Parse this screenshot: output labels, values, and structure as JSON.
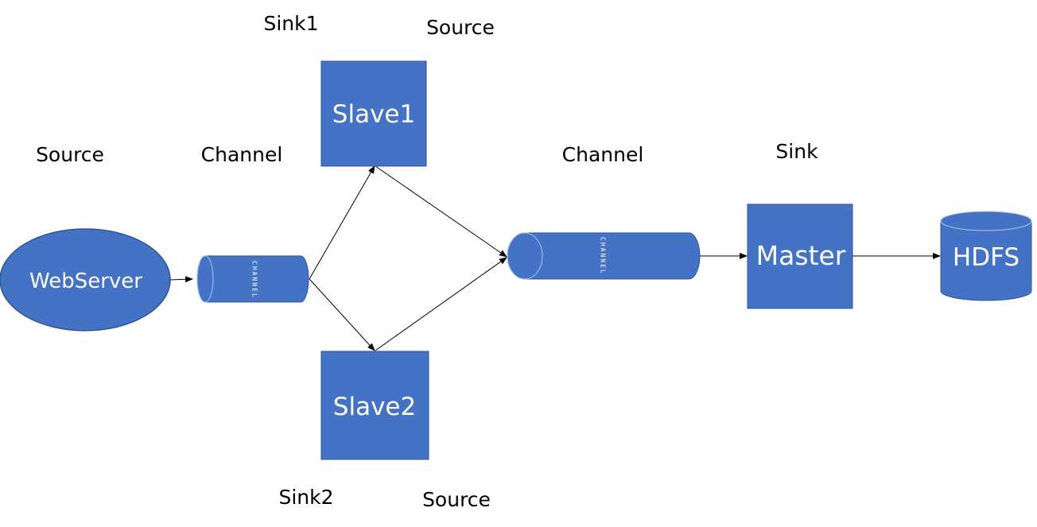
{
  "colors": {
    "node_fill": "#4472C4",
    "node_stroke": "#2F5597",
    "cylinder_end": "#5B8BD9",
    "text_on_node": "#FFFFFF",
    "arrow": "#000000"
  },
  "labels": {
    "source_left": "Source",
    "channel_left": "Channel",
    "sink1": "Sink1",
    "source_top": "Source",
    "channel_right": "Channel",
    "sink_right": "Sink",
    "sink2": "Sink2",
    "source_bottom": "Source"
  },
  "nodes": {
    "webserver": "WebServer",
    "channel1_text": "CHANNEL",
    "slave1": "Slave1",
    "slave2": "Slave2",
    "channel2_text": "CHANNEL",
    "master": "Master",
    "hdfs": "HDFS"
  },
  "edges": [
    {
      "from": "WebServer",
      "to": "Channel"
    },
    {
      "from": "Channel",
      "to": "Slave1"
    },
    {
      "from": "Channel",
      "to": "Slave2"
    },
    {
      "from": "Slave1",
      "to": "Channel"
    },
    {
      "from": "Slave2",
      "to": "Channel"
    },
    {
      "from": "Channel",
      "to": "Master"
    },
    {
      "from": "Master",
      "to": "HDFS"
    }
  ]
}
